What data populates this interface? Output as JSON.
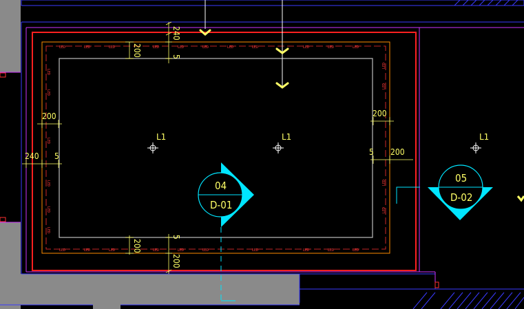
{
  "canvas": {
    "background": "#000000",
    "colors": {
      "wall_gray": "#8a8a8a",
      "boundary_red": "#ff2020",
      "led_red": "#ff3030",
      "offset_orange": "#ff8c00",
      "ceiling_white": "#bfbfbf",
      "dimension_yellow": "#ffff66",
      "tag_cyan": "#00e5ff",
      "outline_blue": "#3030ff",
      "magenta": "#cc33ff"
    }
  },
  "led_strip": {
    "label_top": "LED",
    "label_bottom": "LED"
  },
  "dimensions": {
    "top_240": "240",
    "top_200": "200",
    "top_5": "5",
    "left_200": "200",
    "left_240": "240",
    "left_5": "5",
    "right_200": "200",
    "right_5": "5",
    "right_outer_200": "200",
    "bottom_5": "5",
    "bottom_200": "200",
    "bottom_240": "200"
  },
  "lights": [
    {
      "label": "L1"
    },
    {
      "label": "L1"
    },
    {
      "label": "L1"
    }
  ],
  "section_tags": [
    {
      "number": "04",
      "sheet": "D-01"
    },
    {
      "number": "05",
      "sheet": "D-02"
    }
  ]
}
